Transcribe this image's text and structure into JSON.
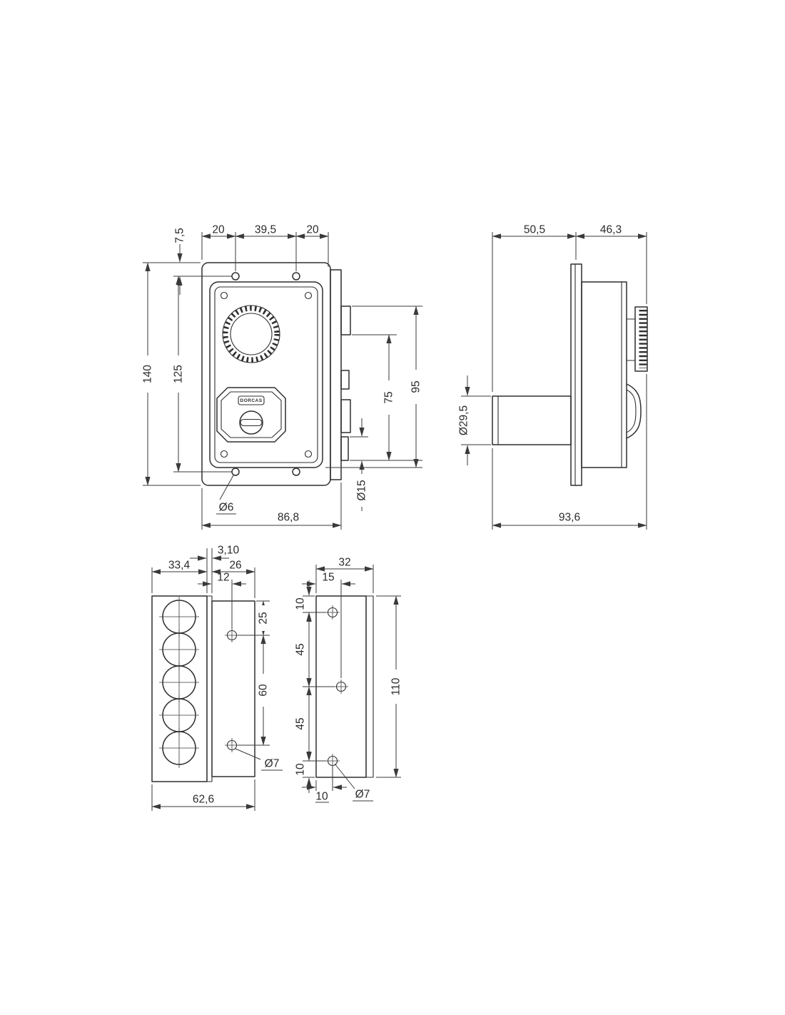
{
  "drawing": {
    "background": "#ffffff",
    "line_color": "#2f2f2f",
    "brand": "DORCAS",
    "front_view": {
      "dim_top_left": "20",
      "dim_top_center": "39,5",
      "dim_top_right": "20",
      "dim_offset_top": "7,5",
      "dim_holes_height": "125",
      "dim_total_height": "140",
      "dim_right_outer": "95",
      "dim_right_inner": "75",
      "dim_latch_dia": "Ø15",
      "dim_hole_dia": "Ø6",
      "dim_total_width": "86,8"
    },
    "side_view": {
      "dim_front_depth": "50,5",
      "dim_back_depth": "46,3",
      "dim_cylinder_dia": "Ø29,5",
      "dim_total_depth": "93,6"
    },
    "strike_front_view": {
      "dim_box_width": "33,4",
      "dim_gap": "3,10",
      "dim_flange_width": "26",
      "dim_hole_offset": "12",
      "dim_hole_top_offset": "25",
      "dim_hole_spacing": "60",
      "dim_hole_dia": "Ø7",
      "dim_total_width": "62,6"
    },
    "strike_side_view": {
      "dim_total_width": "32",
      "dim_hole_offset_x": "15",
      "dim_top_offset": "10",
      "dim_spacing_upper": "45",
      "dim_spacing_lower": "45",
      "dim_bottom_offset": "10",
      "dim_total_height": "110",
      "dim_hole_edge_offset": "10",
      "dim_hole_dia": "Ø7"
    }
  }
}
